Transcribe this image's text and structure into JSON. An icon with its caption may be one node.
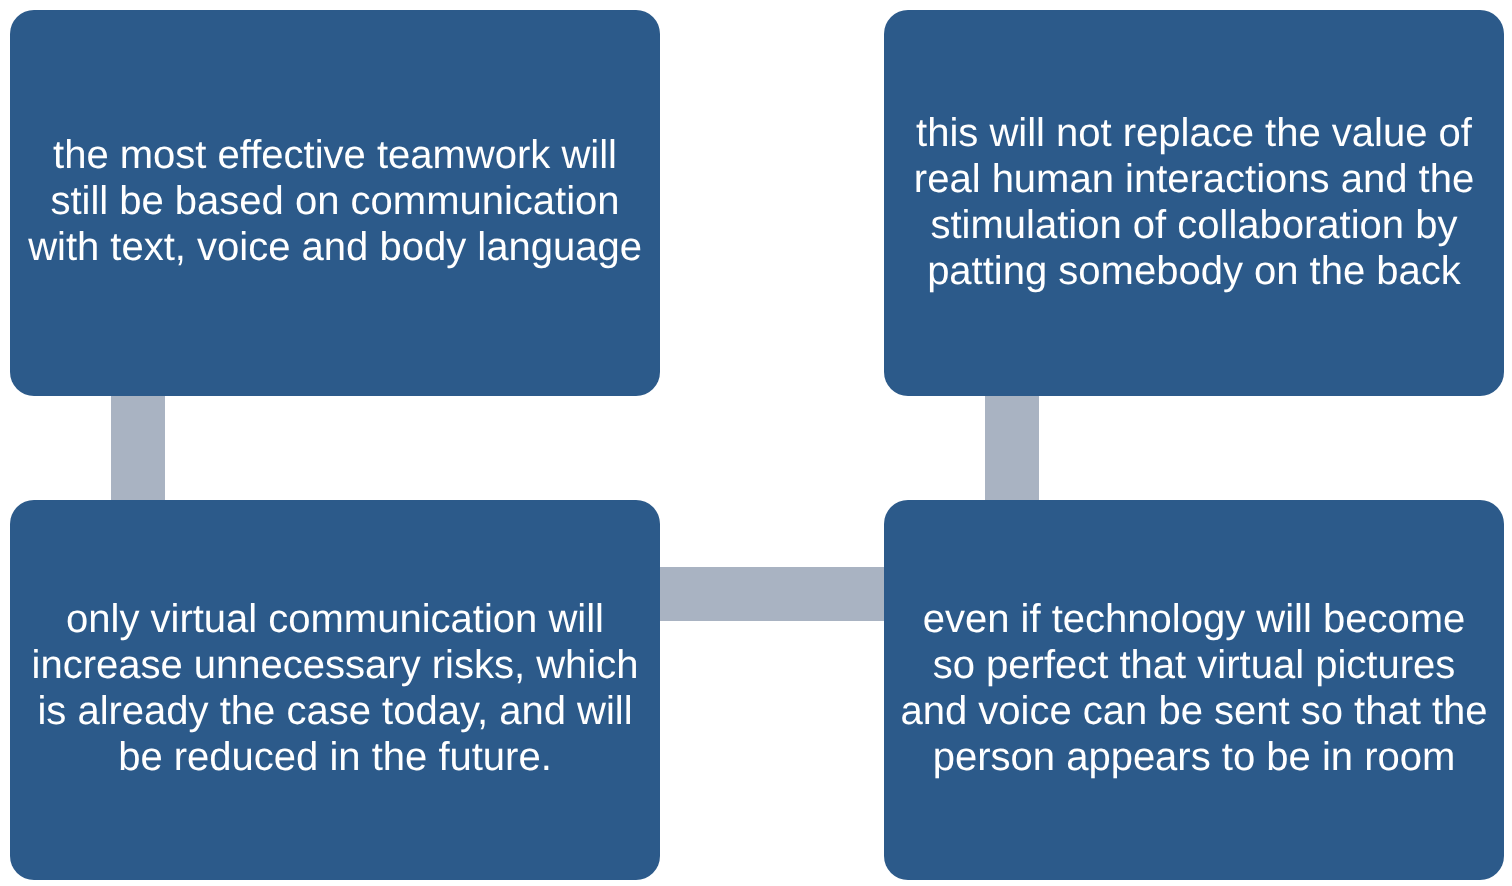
{
  "diagram": {
    "nodes": [
      {
        "text": [
          "the most effective teamwork will still be based on communication with text, voice and body language"
        ]
      },
      {
        "text": [
          "this will not replace the value of real human interactions and the stimulation of collaboration by patting somebody on the back"
        ]
      },
      {
        "text": [
          "only virtual communication will increase unnecessary risks, which is already the case today, and will be reduced in the future."
        ]
      },
      {
        "text": [
          "even if technology will become so perfect that virtual pictures and voice can be sent so that the person appears to be in room"
        ]
      }
    ],
    "edges": [
      {
        "from": 0,
        "to": 2,
        "arrow": "none"
      },
      {
        "from": 2,
        "to": 3,
        "arrow": "none"
      },
      {
        "from": 3,
        "to": 1,
        "arrow": "none"
      }
    ]
  }
}
